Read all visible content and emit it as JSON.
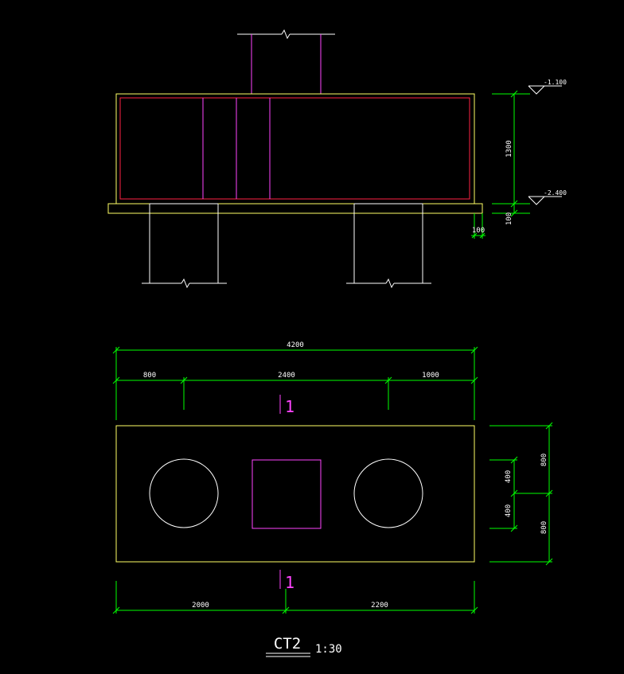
{
  "colors": {
    "background": "#000000",
    "outline": "#ffffff",
    "cap_outline": "#ffff66",
    "rebar": "#ff2244",
    "column": "#ff44ff",
    "dimension": "#00ff00",
    "text": "#ffffff"
  },
  "elevation_view": {
    "elevations": {
      "top": "-1.100",
      "bottom": "-2.400"
    },
    "dimensions": {
      "cap_height": "1300",
      "cushion_thickness": "100",
      "cushion_extension": "100"
    }
  },
  "plan_view": {
    "dimensions": {
      "overall_width": "4200",
      "left_edge_to_pile": "800",
      "pile_spacing": "2400",
      "right_pile_to_edge": "1000",
      "left_part": "2000",
      "right_part": "2200",
      "half_depth_top": "800",
      "half_depth_bottom": "800",
      "column_half_top": "400",
      "column_half_bottom": "400"
    },
    "section_marks": {
      "top": "1",
      "bottom": "1"
    }
  },
  "title_block": {
    "name": "CT2",
    "scale": "1:30"
  }
}
